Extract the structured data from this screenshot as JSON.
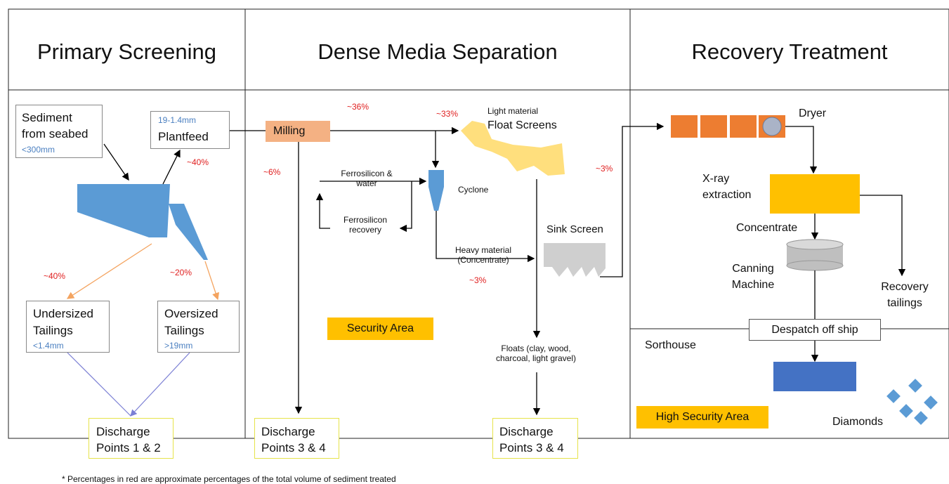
{
  "headers": {
    "primary": "Primary Screening",
    "dms": "Dense Media Separation",
    "recovery": "Recovery Treatment"
  },
  "primary": {
    "sediment_l1": "Sediment",
    "sediment_l2": "from seabed",
    "sediment_size": "<300mm",
    "plantfeed_size": "19-1.4mm",
    "plantfeed_label": "Plantfeed",
    "undersized_l1": "Undersized",
    "undersized_l2": "Tailings",
    "undersized_size": "<1.4mm",
    "oversized_l1": "Oversized",
    "oversized_l2": "Tailings",
    "oversized_size": ">19mm",
    "discharge_l1": "Discharge",
    "discharge_l2": "Points 1 & 2",
    "pct_plantfeed": "~40%",
    "pct_undersized": "~40%",
    "pct_oversized": "~20%"
  },
  "dms": {
    "milling": "Milling",
    "pct_milling_out": "~36%",
    "pct_milling_down": "~6%",
    "pct_float": "~33%",
    "pct_sink": "~3%",
    "pct_heavy": "~3%",
    "ferro_water_l1": "Ferrosilicon &",
    "ferro_water_l2": "water",
    "ferro_recovery_l1": "Ferrosilicon",
    "ferro_recovery_l2": "recovery",
    "cyclone": "Cyclone",
    "light_material": "Light material",
    "float_screens": "Float Screens",
    "sink_screen": "Sink Screen",
    "heavy_l1": "Heavy material",
    "heavy_l2": "(Concentrate)",
    "floats_l1": "Floats (clay, wood,",
    "floats_l2": "charcoal, light gravel)",
    "security_area": "Security Area",
    "discharge_a_l1": "Discharge",
    "discharge_a_l2": "Points 3 & 4",
    "discharge_b_l1": "Discharge",
    "discharge_b_l2": "Points 3 & 4"
  },
  "recovery": {
    "dryer": "Dryer",
    "xray_l1": "X-ray",
    "xray_l2": "extraction",
    "concentrate": "Concentrate",
    "canning_l1": "Canning",
    "canning_l2": "Machine",
    "recovery_tailings_l1": "Recovery",
    "recovery_tailings_l2": "tailings",
    "despatch": "Despatch off ship",
    "sorthouse": "Sorthouse",
    "high_security": "High Security Area",
    "diamonds": "Diamonds"
  },
  "footnote": "* Percentages in red are approximate percentages of the total volume of sediment treated",
  "colors": {
    "percent_red": "#e02020",
    "size_blue": "#4a7fc0",
    "screen_blue": "#5b9bd5",
    "milling_salmon": "#f4b183",
    "float_yellow": "#ffd966",
    "sink_grey": "#cfcfcf",
    "dryer_orange": "#ed7d31",
    "xray_yellow": "#ffc000",
    "security_yellow": "#ffc000",
    "sorthouse_blue": "#4472c4",
    "orange_arrow": "#f4a460",
    "purple_line": "#7b7fd4"
  }
}
